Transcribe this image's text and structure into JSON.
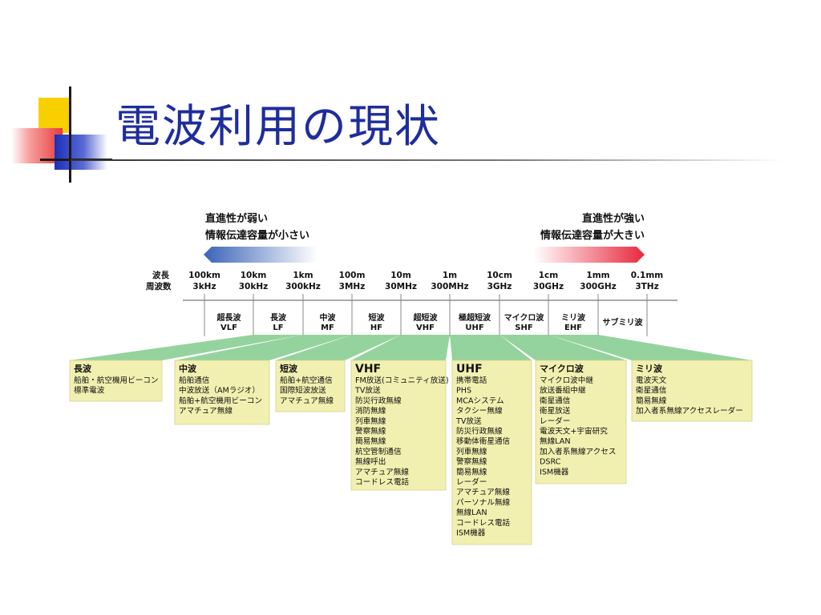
{
  "title": "電波利用の現状",
  "header_left": [
    "直進性が弱い",
    "情報伝達容量が小さい"
  ],
  "header_right": [
    "直進性が強い",
    "情報伝達容量が大きい"
  ],
  "axis_labels": [
    "波長",
    "周波数"
  ],
  "scale": [
    {
      "wavelength": "100km",
      "frequency": "3kHz"
    },
    {
      "wavelength": "10km",
      "frequency": "30kHz"
    },
    {
      "wavelength": "1km",
      "frequency": "300kHz"
    },
    {
      "wavelength": "100m",
      "frequency": "3MHz"
    },
    {
      "wavelength": "10m",
      "frequency": "30MHz"
    },
    {
      "wavelength": "1m",
      "frequency": "300MHz"
    },
    {
      "wavelength": "10cm",
      "frequency": "3GHz"
    },
    {
      "wavelength": "1cm",
      "frequency": "30GHz"
    },
    {
      "wavelength": "1mm",
      "frequency": "300GHz"
    },
    {
      "wavelength": "0.1mm",
      "frequency": "3THz"
    }
  ],
  "bands": [
    {
      "name": "超長波",
      "code": "VLF"
    },
    {
      "name": "長波",
      "code": "LF"
    },
    {
      "name": "中波",
      "code": "MF"
    },
    {
      "name": "短波",
      "code": "HF"
    },
    {
      "name": "超短波",
      "code": "VHF"
    },
    {
      "name": "極超短波",
      "code": "UHF"
    },
    {
      "name": "マイクロ波",
      "code": "SHF"
    },
    {
      "name": "ミリ波",
      "code": "EHF"
    },
    {
      "name": "サブミリ波",
      "code": ""
    }
  ],
  "boxes": [
    {
      "title": "長波",
      "items": [
        "船舶・航空機用ビーコン",
        "標準電波"
      ]
    },
    {
      "title": "中波",
      "items": [
        "船舶通信",
        "中波放送（AMラジオ）",
        "船舶+航空機用ビーコン",
        "アマチュア無線"
      ]
    },
    {
      "title": "短波",
      "items": [
        "船舶+航空通信",
        "国際短波放送",
        "アマチュア無線"
      ]
    },
    {
      "title": "VHF",
      "items": [
        "FM放送(コミュニティ放送)",
        "TV放送",
        "防災行政無線",
        "消防無線",
        "列車無線",
        "警察無線",
        "簡易無線",
        "航空管制通信",
        "無線呼出",
        "アマチュア無線",
        "コードレス電話"
      ]
    },
    {
      "title": "UHF",
      "items": [
        "携帯電話",
        "PHS",
        "MCAシステム",
        "タクシー無線",
        "TV放送",
        "防災行政無線",
        "移動体衛星通信",
        "列車無線",
        "警察無線",
        "簡易無線",
        "レーダー",
        "アマチュア無線",
        "パーソナル無線",
        "無線LAN",
        "コードレス電話",
        "ISM機器"
      ]
    },
    {
      "title": "マイクロ波",
      "items": [
        "マイクロ波中継",
        "放送番組中継",
        "衛星通信",
        "衛星放送",
        "レーダー",
        "電波天文+宇宙研究",
        "無線LAN",
        "加入者系無線アクセス",
        "DSRC",
        "ISM機器"
      ]
    },
    {
      "title": "ミリ波",
      "items": [
        "電波天文",
        "衛星通信",
        "簡易無線",
        "加入者系無線アクセスレーダー"
      ]
    }
  ],
  "colors": {
    "title": "#1e2d9c",
    "box_fill": "#f2f0b0",
    "green": "#8ccf96",
    "left_arrow": "#3a63b8",
    "right_arrow": "#e8283c"
  }
}
